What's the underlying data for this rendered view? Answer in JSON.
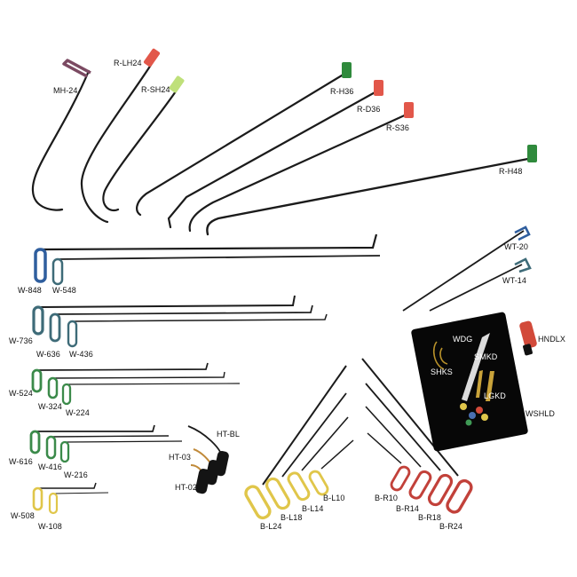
{
  "colors": {
    "background": "#ffffff",
    "steel": "#1b1b1b",
    "blue_handle": "#2f5e9e",
    "teal_handle": "#3e6b78",
    "green_handle": "#2f8a3c",
    "yellow_handle": "#e0c64a",
    "orange_handle": "#d5822a",
    "red_handle": "#c2413a",
    "tip_red": "#e2574a",
    "tip_green": "#3f9a55",
    "tip_lightgreen": "#bfe07a",
    "purple_handle": "#7b4a62",
    "board": "#070707"
  },
  "labels": {
    "mh24": "MH-24",
    "rlh24": "R-LH24",
    "rsh24": "R-SH24",
    "rh36": "R-H36",
    "rd36": "R-D36",
    "rs36": "R-S36",
    "rh48": "R-H48",
    "wt20": "WT-20",
    "wt14": "WT-14",
    "w848": "W-848",
    "w548": "W-548",
    "w736": "W-736",
    "w636": "W-636",
    "w436": "W-436",
    "w524": "W-524",
    "w324": "W-324",
    "w224": "W-224",
    "w616": "W-616",
    "w416": "W-416",
    "w216": "W-216",
    "w508": "W-508",
    "w108": "W-108",
    "htbl": "HT-BL",
    "ht03": "HT-03",
    "ht02": "HT-02",
    "bl24": "B-L24",
    "bl18": "B-L18",
    "bl14": "B-L14",
    "bl10": "B-L10",
    "br10": "B-R10",
    "br14": "B-R14",
    "br18": "B-R18",
    "br24": "B-R24",
    "hndlx": "HNDLX",
    "wdg": "WDG",
    "smkd": "SMKD",
    "shks": "SHKS",
    "lgkd": "LGKD",
    "wshld": "WSHLD"
  }
}
